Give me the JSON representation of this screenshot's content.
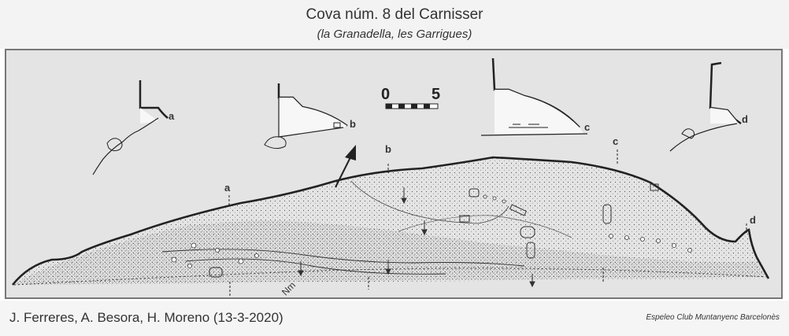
{
  "header": {
    "title": "Cova núm. 8 del Carnisser",
    "subtitle": "(la Granadella, les Garrigues)"
  },
  "scale_bar": {
    "start_label": "0",
    "end_label": "5"
  },
  "section_labels": {
    "a": "a",
    "b": "b",
    "c": "c",
    "d": "d"
  },
  "plan_annotations": {
    "nm": "Nm"
  },
  "footer": {
    "authors": "J. Ferreres, A. Besora, H. Moreno (13-3-2020)",
    "club": "Espeleo Club Muntanyenc Barcelonès"
  },
  "colors": {
    "ink": "#222222",
    "paper": "#e4e4e4",
    "cave_fill": "#f7f7f7"
  }
}
